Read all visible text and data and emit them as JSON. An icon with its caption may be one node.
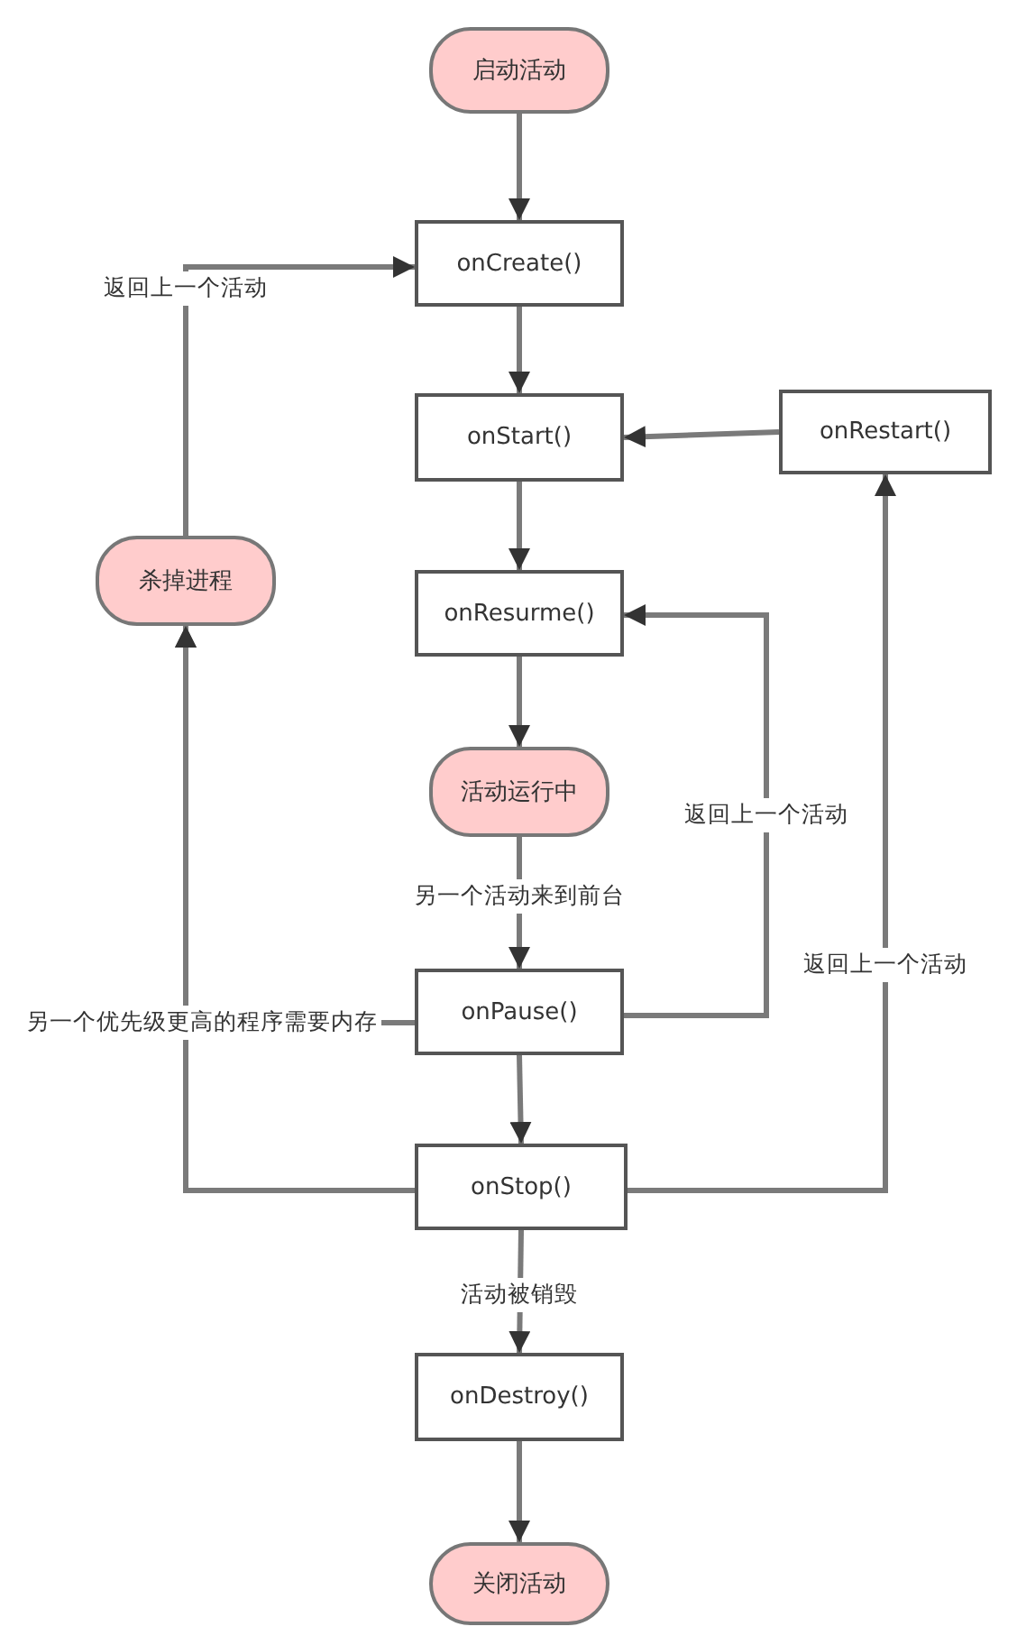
{
  "diagram": {
    "nodes": [
      {
        "text": [
          "启动活动"
        ]
      },
      {
        "text": [
          "onCreate()"
        ]
      },
      {
        "text": [
          "onStart()"
        ]
      },
      {
        "text": [
          "onRestart()"
        ]
      },
      {
        "text": [
          "杀掉进程"
        ]
      },
      {
        "text": [
          "onResurme()"
        ]
      },
      {
        "text": [
          "活动运行中"
        ]
      },
      {
        "text": [
          "onPause()"
        ]
      },
      {
        "text": [
          "onStop()"
        ]
      },
      {
        "text": [
          "onDestroy()"
        ]
      },
      {
        "text": [
          "关闭活动"
        ]
      }
    ],
    "edges": [
      {
        "from": 0,
        "to": 1,
        "arrow": "to"
      },
      {
        "from": 1,
        "to": 2,
        "arrow": "to"
      },
      {
        "from": 3,
        "to": 2,
        "arrow": "to"
      },
      {
        "from": 2,
        "to": 5,
        "arrow": "to"
      },
      {
        "from": 5,
        "to": 6,
        "arrow": "to"
      },
      {
        "from": 6,
        "to": 7,
        "arrow": "to",
        "label": "另一个活动来到前台"
      },
      {
        "from": 7,
        "to": 8,
        "arrow": "to"
      },
      {
        "from": 7,
        "to": 5,
        "arrow": "to",
        "label": "返回上一个活动"
      },
      {
        "from": 8,
        "to": 3,
        "arrow": "to",
        "label": "返回上一个活动"
      },
      {
        "from": 8,
        "to": 4,
        "arrow": "to"
      },
      {
        "from": 7,
        "to": 4,
        "arrow": "to",
        "label": "另一个优先级更高的程序需要内存"
      },
      {
        "from": 4,
        "to": 1,
        "arrow": "to",
        "label": "返回上一个活动"
      },
      {
        "from": 8,
        "to": 9,
        "arrow": "to",
        "label": "活动被销毁"
      },
      {
        "from": 9,
        "to": 10,
        "arrow": "to"
      }
    ]
  }
}
